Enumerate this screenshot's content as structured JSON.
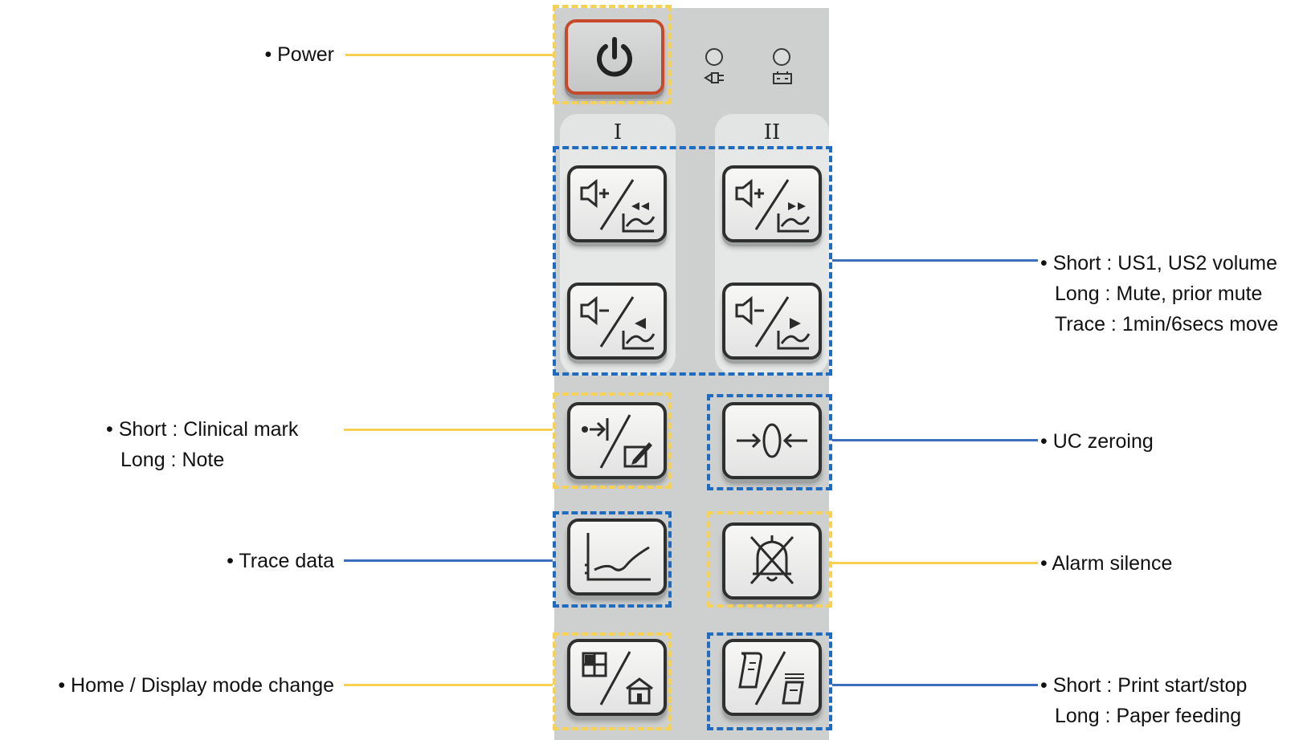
{
  "panel": {
    "channel_1_label": "I",
    "channel_2_label": "II"
  },
  "callouts": {
    "power": {
      "lines": [
        "• Power"
      ],
      "frame_color": "#f7d154"
    },
    "us_volume": {
      "lines": [
        "• Short : US1, US2 volume",
        "Long : Mute, prior mute",
        "Trace : 1min/6secs move"
      ],
      "frame_color": "#1f6bbf"
    },
    "clinical_mark": {
      "lines": [
        "• Short : Clinical mark",
        "Long : Note"
      ],
      "frame_color": "#f7d154"
    },
    "uc_zeroing": {
      "lines": [
        "• UC zeroing"
      ],
      "frame_color": "#1f6bbf"
    },
    "trace_data": {
      "lines": [
        "• Trace data"
      ],
      "frame_color": "#1f6bbf"
    },
    "alarm_silence": {
      "lines": [
        "• Alarm silence"
      ],
      "frame_color": "#f7d154"
    },
    "home_display": {
      "lines": [
        "• Home / Display mode change"
      ],
      "frame_color": "#f7d154"
    },
    "print": {
      "lines": [
        "• Short : Print start/stop",
        "Long : Paper feeding"
      ],
      "frame_color": "#1f6bbf"
    }
  },
  "icons": {
    "power_button": "power-icon",
    "ac_led": "ac-plug-icon",
    "battery_led": "battery-icon",
    "us1_volume_up": "speaker-plus-rewind-icon",
    "us1_volume_down": "speaker-minus-step-back-icon",
    "us2_volume_up": "speaker-plus-fast-forward-icon",
    "us2_volume_down": "speaker-minus-step-forward-icon",
    "clinical_mark": "mark-note-icon",
    "uc_zero": "zero-arrows-icon",
    "trace": "trace-graph-icon",
    "alarm": "bell-slash-icon",
    "home": "home-display-icon",
    "print": "print-paper-icon"
  }
}
